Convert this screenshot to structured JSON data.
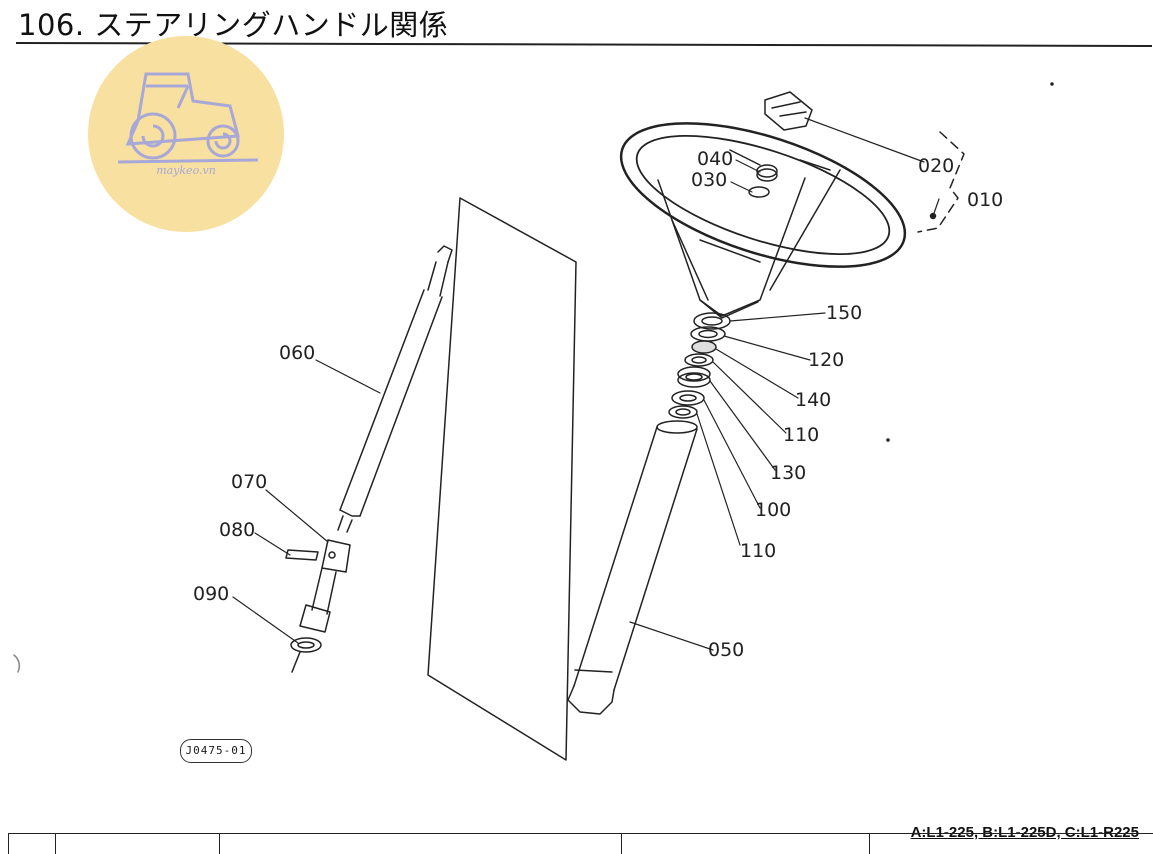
{
  "header": {
    "title": "106. ステアリングハンドル関係"
  },
  "logo": {
    "text": "maykeo.vn",
    "icon": "tractor-icon",
    "background_color": "#f7e0a0",
    "icon_color": "#a8a8d8"
  },
  "parts": {
    "p010": "010",
    "p020": "020",
    "p030": "030",
    "p040": "040",
    "p050": "050",
    "p060": "060",
    "p070": "070",
    "p080": "080",
    "p090": "090",
    "p100": "100",
    "p110a": "110",
    "p110b": "110",
    "p120": "120",
    "p130": "130",
    "p140": "140",
    "p150": "150"
  },
  "figure_code": "J0475-01",
  "model_note": "A:L1-225, B:L1-225D, C:L1-R225"
}
